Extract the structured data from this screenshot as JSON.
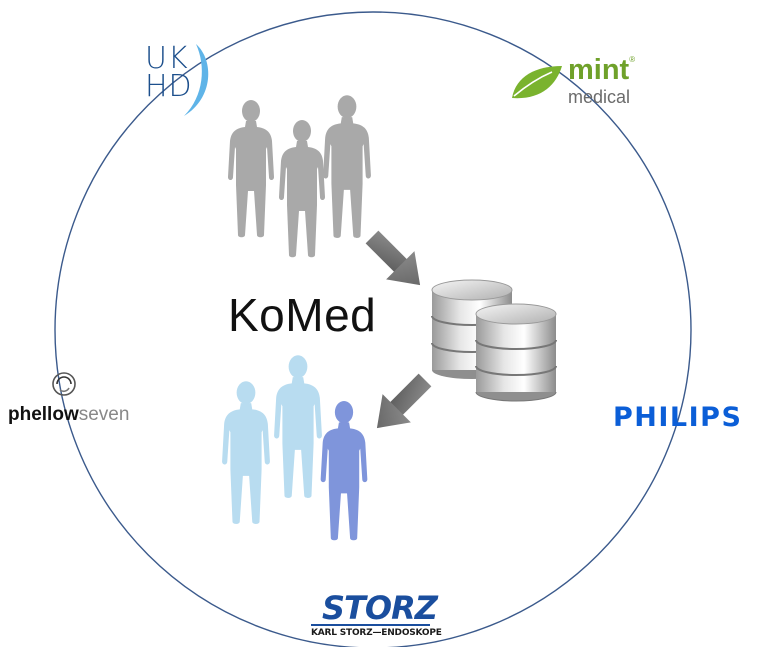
{
  "title": "KoMed",
  "partners": {
    "ukhd": {
      "line1": "UK",
      "line2": "HD"
    },
    "mint": {
      "brand": "mint",
      "sub": "medical",
      "reg": "®"
    },
    "phellow": {
      "bold": "phellow",
      "light": "seven"
    },
    "philips": {
      "name": "PHILIPS"
    },
    "storz": {
      "name": "STORZ",
      "sub": "KARL STORZ—ENDOSKOPE"
    }
  },
  "colors": {
    "circle": "#3b5a8c",
    "person_gray": "#a9a9a9",
    "person_light_blue": "#b8dcf0",
    "person_blue": "#7f95db",
    "arrow": "#6e6e6e",
    "database": "#bdbdbd"
  }
}
